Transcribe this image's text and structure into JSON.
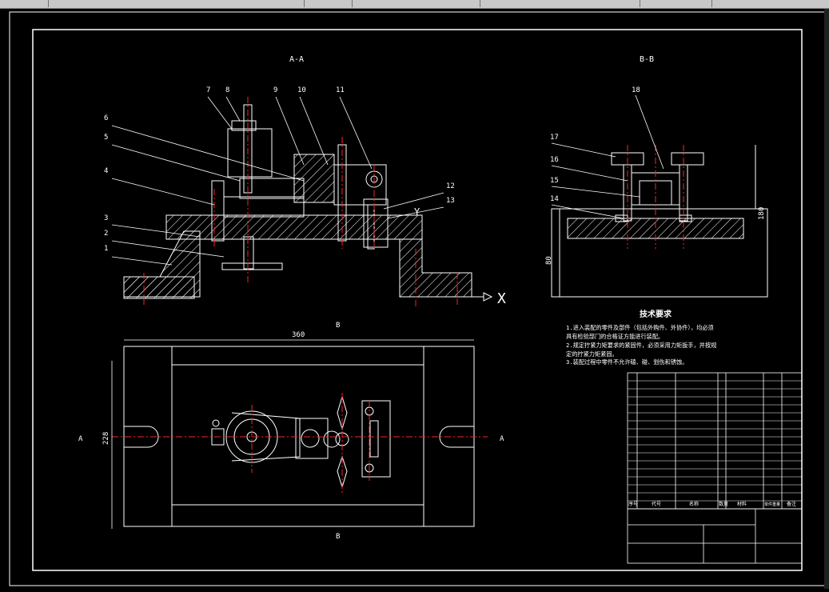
{
  "view_labels": {
    "section_aa": "A-A",
    "section_bb": "B-B"
  },
  "leader_numbers": [
    "1",
    "2",
    "3",
    "4",
    "5",
    "6",
    "7",
    "8",
    "9",
    "10",
    "11",
    "12",
    "13",
    "14",
    "15",
    "16",
    "17",
    "18"
  ],
  "dimensions": {
    "overall_length": "360",
    "height_b": "180",
    "base_h": "80",
    "width_plan": "228"
  },
  "section_marks": {
    "a_left": "A",
    "a_right": "A",
    "b_top": "B",
    "b_bottom": "B",
    "x_mark": "X",
    "y_mark": "Y"
  },
  "tech_requirements": {
    "title": "技术要求",
    "lines": [
      "1.进入装配的零件及部件（包括外购件、外协件），均必须",
      "具有检验部门的合格证方能进行装配。",
      "2.规定拧紧力矩要求的紧固件，必须采用力矩扳手，并按规",
      "定的拧紧力矩紧固。",
      "3.装配过程中零件不允许磕、碰、划伤和锈蚀。"
    ]
  },
  "parts_table": {
    "headers": [
      "序号",
      "代号",
      "名称",
      "数量",
      "材料",
      "单件重量",
      "备注"
    ]
  },
  "colors": {
    "line": "#ffffff",
    "center": "#ff2020",
    "hatch": "#ffffff",
    "dim": "#ffffff"
  }
}
